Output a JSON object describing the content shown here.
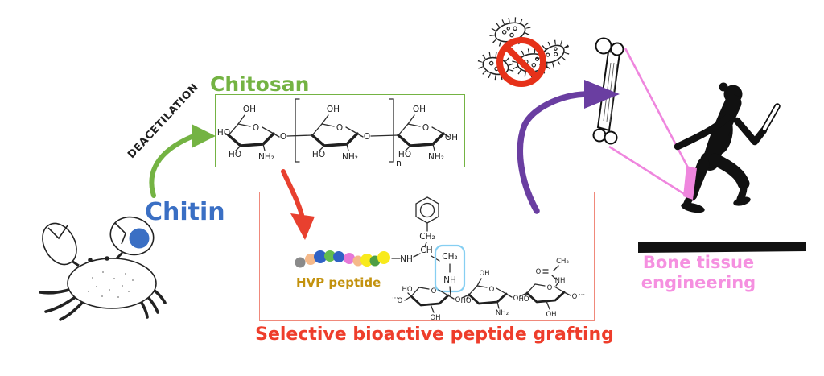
{
  "colors": {
    "green": "#74b343",
    "blue": "#3a6fc4",
    "red-arrow": "#e8402f",
    "red-box": "#f0897b",
    "red-text": "#ee3d2b",
    "gold": "#c3920e",
    "light-blue": "#86cff2",
    "purple": "#6a3ea1",
    "pink": "#ef86de",
    "pink-text": "#f590e0",
    "sign-red": "#e63119",
    "ink": "#1f1f1f",
    "chem": "#2d2d2d"
  },
  "labels": {
    "chitin": "Chitin",
    "chitosan": "Chitosan",
    "deacetylation_arrow": "DEACETILATION",
    "grafting_caption": "Selective bioactive peptide grafting",
    "bone_tissue_line1": "Bone tissue",
    "bone_tissue_line2": "engineering"
  },
  "hvp": {
    "label": "HVP peptide",
    "circle_colors": [
      "#8a8a8a",
      "#f5b98a",
      "#2f62c5",
      "#63bd4e",
      "#2f62c5",
      "#e678d8",
      "#f5b98a",
      "#f8ea1c",
      "#4e9e45",
      "#f8ea1c"
    ]
  },
  "chem": {
    "oh": "OH",
    "ho": "HO",
    "o": "O",
    "nh2": "NH₂",
    "nh": "NH",
    "ch2": "CH₂",
    "ch": "CH",
    "ch3": "CH₃",
    "n_repeat": "n",
    "dots": "···"
  }
}
